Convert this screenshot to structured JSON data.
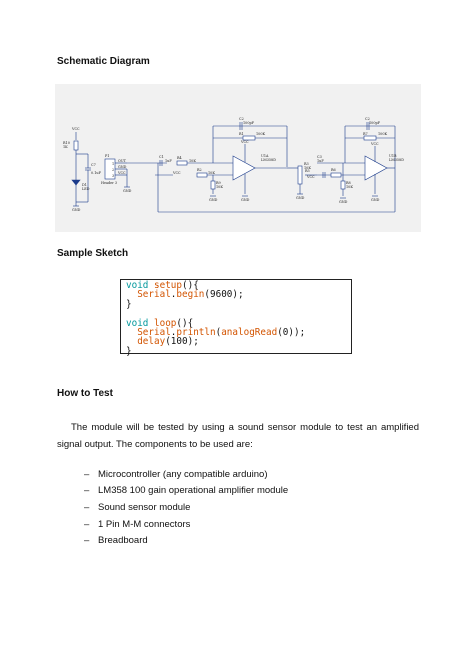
{
  "headings": {
    "schematic": "Schematic Diagram",
    "sketch": "Sample Sketch",
    "howto": "How to Test"
  },
  "schematic": {
    "labels": {
      "vcc_top": "VCC",
      "r10": "R10",
      "r10_val": "1K",
      "led": "D1",
      "led_val": "LED",
      "c7": "C7",
      "c7_val": "0.1uF",
      "gnd1": "GND",
      "p1": "P1",
      "pin1": "1",
      "pin2": "2",
      "pin3": "3",
      "header": "Header 3",
      "pin_out": "OUT",
      "pin_gnd": "GND",
      "pin_vcc": "VCC",
      "c1": "C1",
      "c1_val": "1uF",
      "r4": "R4",
      "r4_val": "10K",
      "r2": "R2",
      "r2_val": "10K",
      "vcc_r2": "VCC",
      "r9": "R9",
      "r9_val": "10K",
      "gnd2": "GND",
      "c2": "C2",
      "c2_val": "100pF",
      "r1": "R1",
      "r1_val": "100K",
      "u1a": "U1A",
      "u1a_part": "LM358D",
      "vcc_u1": "VCC",
      "gnd_u1": "GND",
      "r3": "R3",
      "r3_val": "10K",
      "gnd3": "GND",
      "r5": "R5",
      "c3": "C3",
      "c3_val": "1uF",
      "r6": "R6",
      "vcc_r6": "VCC",
      "r8": "R8",
      "r8_val": "10K",
      "gnd4": "GND",
      "c4": "C2",
      "c4_val": "100pF",
      "r7": "R7",
      "r7_val": "100K",
      "u1b": "U1B",
      "u1b_part": "LM358D",
      "vcc_u2": "VCC",
      "gnd_u2": "GND"
    }
  },
  "sketch": {
    "lines": [
      {
        "indent": "",
        "parts": [
          {
            "t": "void ",
            "c": "kw"
          },
          {
            "t": "setup",
            "c": "fn"
          },
          {
            "t": "(){",
            "c": ""
          }
        ]
      },
      {
        "indent": "  ",
        "parts": [
          {
            "t": "Serial",
            "c": "ob"
          },
          {
            "t": ".",
            "c": ""
          },
          {
            "t": "begin",
            "c": "ob"
          },
          {
            "t": "(9600);",
            "c": ""
          }
        ]
      },
      {
        "indent": "",
        "parts": [
          {
            "t": "}",
            "c": ""
          }
        ]
      },
      {
        "indent": "",
        "parts": [
          {
            "t": "",
            "c": ""
          }
        ]
      },
      {
        "indent": "",
        "parts": [
          {
            "t": "void ",
            "c": "kw"
          },
          {
            "t": "loop",
            "c": "fn"
          },
          {
            "t": "(){",
            "c": ""
          }
        ]
      },
      {
        "indent": "  ",
        "parts": [
          {
            "t": "Serial",
            "c": "ob"
          },
          {
            "t": ".",
            "c": ""
          },
          {
            "t": "println",
            "c": "ob"
          },
          {
            "t": "(",
            "c": ""
          },
          {
            "t": "analogRead",
            "c": "ob"
          },
          {
            "t": "(0));",
            "c": ""
          }
        ]
      },
      {
        "indent": "  ",
        "parts": [
          {
            "t": "delay",
            "c": "ob"
          },
          {
            "t": "(100);",
            "c": ""
          }
        ]
      },
      {
        "indent": "",
        "parts": [
          {
            "t": "}",
            "c": ""
          }
        ]
      }
    ]
  },
  "howto": {
    "line1": "The module will be tested by using a sound sensor module to test an amplified",
    "line2": "signal output. The components to be used are:",
    "items": [
      "Microcontroller (any compatible arduino)",
      "LM358 100 gain operational amplifier module",
      "Sound sensor module",
      "1 Pin M-M connectors",
      "Breadboard"
    ],
    "bullet": "–"
  }
}
